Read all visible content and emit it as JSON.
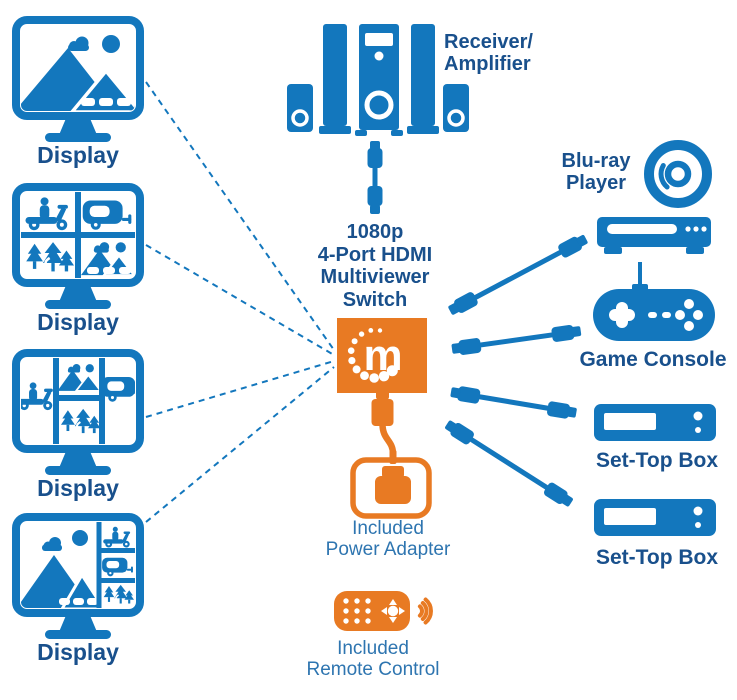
{
  "colors": {
    "blue": "#1377BD",
    "navy": "#19508C",
    "steel": "#2E75B0",
    "orange": "#E87A23"
  },
  "switch": {
    "title": "1080p\n4-Port HDMI\nMultiviewer\nSwitch",
    "logo_letter": "m"
  },
  "displays": [
    {
      "label": "Display",
      "screen_mode": "fullscreen photo"
    },
    {
      "label": "Display",
      "screen_mode": "quad split"
    },
    {
      "label": "Display",
      "screen_mode": "three pane"
    },
    {
      "label": "Display",
      "screen_mode": "main with sidebar"
    }
  ],
  "sources": {
    "receiver_label": "Receiver/\nAmplifier",
    "bluray_label": "Blu-ray\nPlayer",
    "game_console_label": "Game Console",
    "settop1_label": "Set-Top Box",
    "settop2_label": "Set-Top Box"
  },
  "accessories": {
    "power_label": "Included\nPower Adapter",
    "remote_label": "Included\nRemote Control"
  },
  "icons": {
    "switch_logo": "manhattan-m-logo",
    "left_links": "dashed-hdmi-links",
    "right_links": "hdmi-cables",
    "remote_signal": "ir-waves"
  }
}
